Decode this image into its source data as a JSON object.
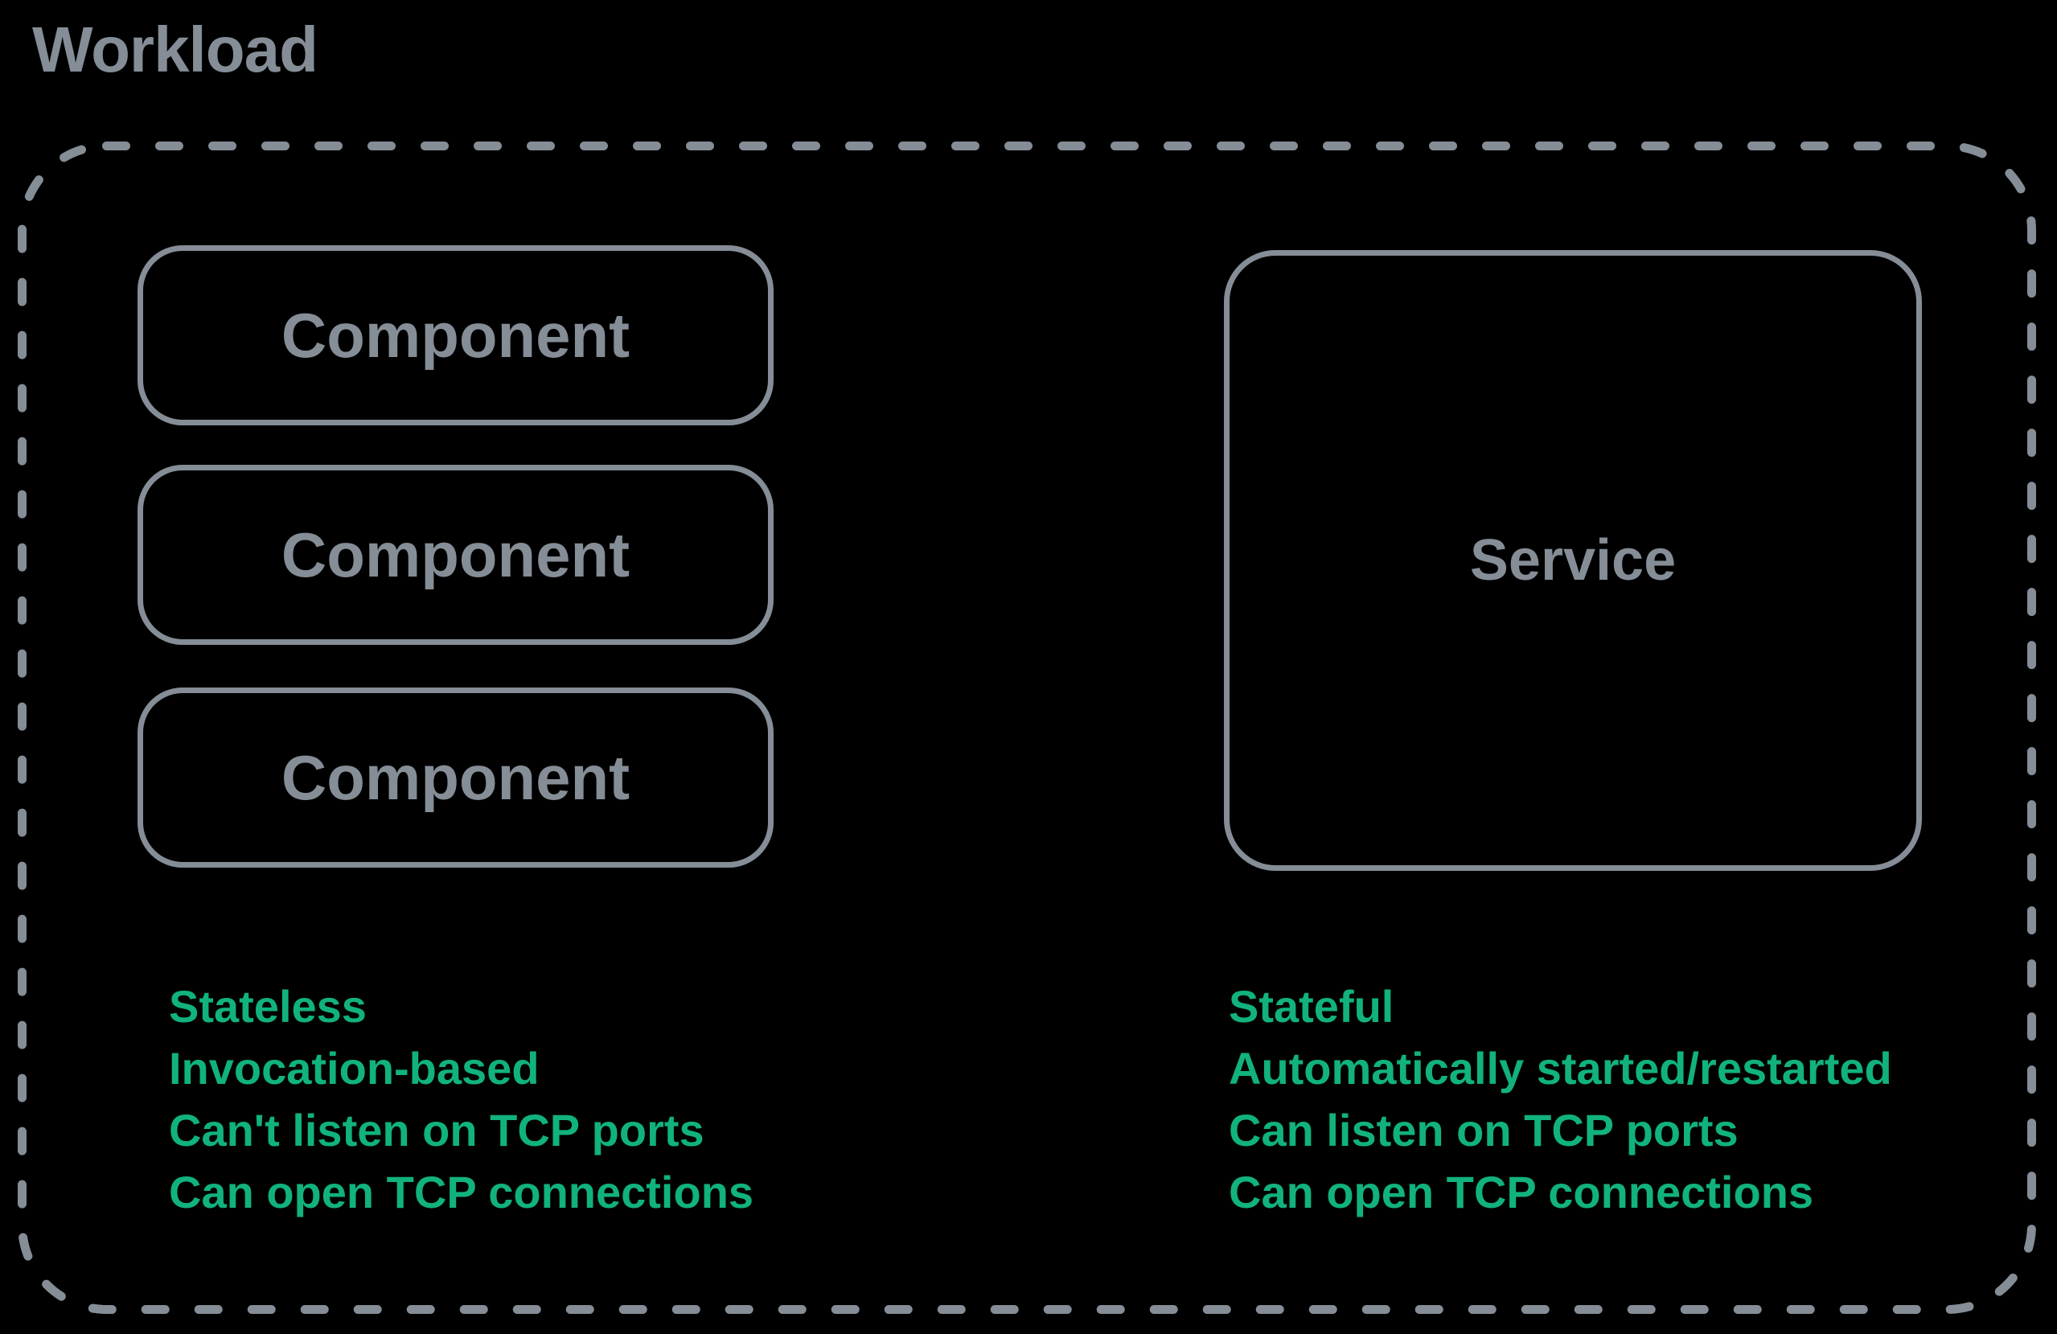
{
  "colors": {
    "bg": "#000000",
    "gray": "#858D96",
    "green": "#11B27E"
  },
  "diagram": {
    "title": "Workload",
    "components": [
      {
        "label": "Component"
      },
      {
        "label": "Component"
      },
      {
        "label": "Component"
      }
    ],
    "service": {
      "label": "Service"
    },
    "component_traits": [
      "Stateless",
      "Invocation-based",
      "Can't listen on TCP ports",
      "Can open TCP connections"
    ],
    "service_traits": [
      "Stateful",
      "Automatically started/restarted",
      "Can listen on TCP ports",
      "Can open TCP connections"
    ]
  }
}
